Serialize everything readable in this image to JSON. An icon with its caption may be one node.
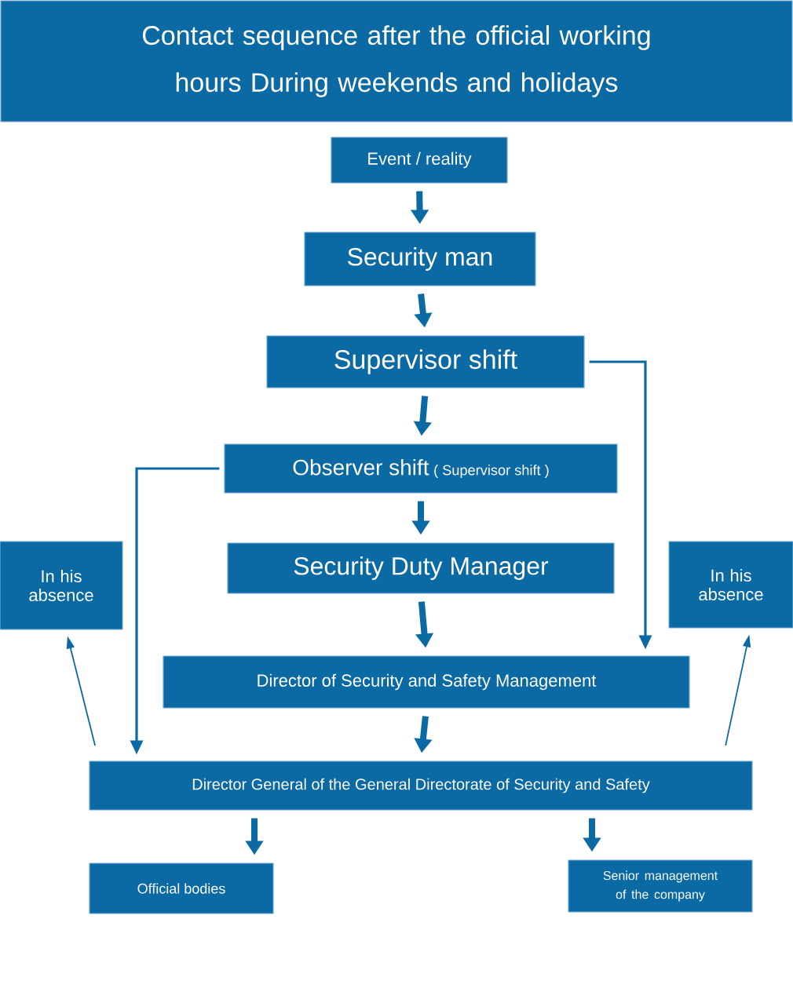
{
  "diagram": {
    "title": "Contact sequence after the official working hours During weekends and holidays",
    "nodes": [
      {
        "text": [
          "Event / reality"
        ]
      },
      {
        "text": [
          "Security man"
        ]
      },
      {
        "text": [
          "Supervisor shift"
        ]
      },
      {
        "text": [
          "Observer shift",
          "( Supervisor shift )"
        ]
      },
      {
        "text": [
          "Security Duty Manager"
        ]
      },
      {
        "text": [
          "In his absence"
        ]
      },
      {
        "text": [
          "In his absence"
        ]
      },
      {
        "text": [
          "Director of Security and Safety Management"
        ]
      },
      {
        "text": [
          "Director General of the General Directorate of Security and Safety"
        ]
      },
      {
        "text": [
          "Official bodies"
        ]
      },
      {
        "text": [
          "Senior management of the company"
        ]
      }
    ],
    "edges": [
      {
        "from": 0,
        "to": 1,
        "arrow": "to"
      },
      {
        "from": 1,
        "to": 2,
        "arrow": "to"
      },
      {
        "from": 2,
        "to": 3,
        "arrow": "to"
      },
      {
        "from": 3,
        "to": 4,
        "arrow": "to"
      },
      {
        "from": 2,
        "to": 7,
        "arrow": "to"
      },
      {
        "from": 3,
        "to": 8,
        "arrow": "to"
      },
      {
        "from": 4,
        "to": 7,
        "arrow": "to"
      },
      {
        "from": 7,
        "to": 8,
        "arrow": "to"
      },
      {
        "from": 8,
        "to": 5,
        "arrow": "to"
      },
      {
        "from": 8,
        "to": 6,
        "arrow": "to"
      },
      {
        "from": 8,
        "to": 9,
        "arrow": "to"
      },
      {
        "from": 8,
        "to": 10,
        "arrow": "to"
      }
    ]
  }
}
